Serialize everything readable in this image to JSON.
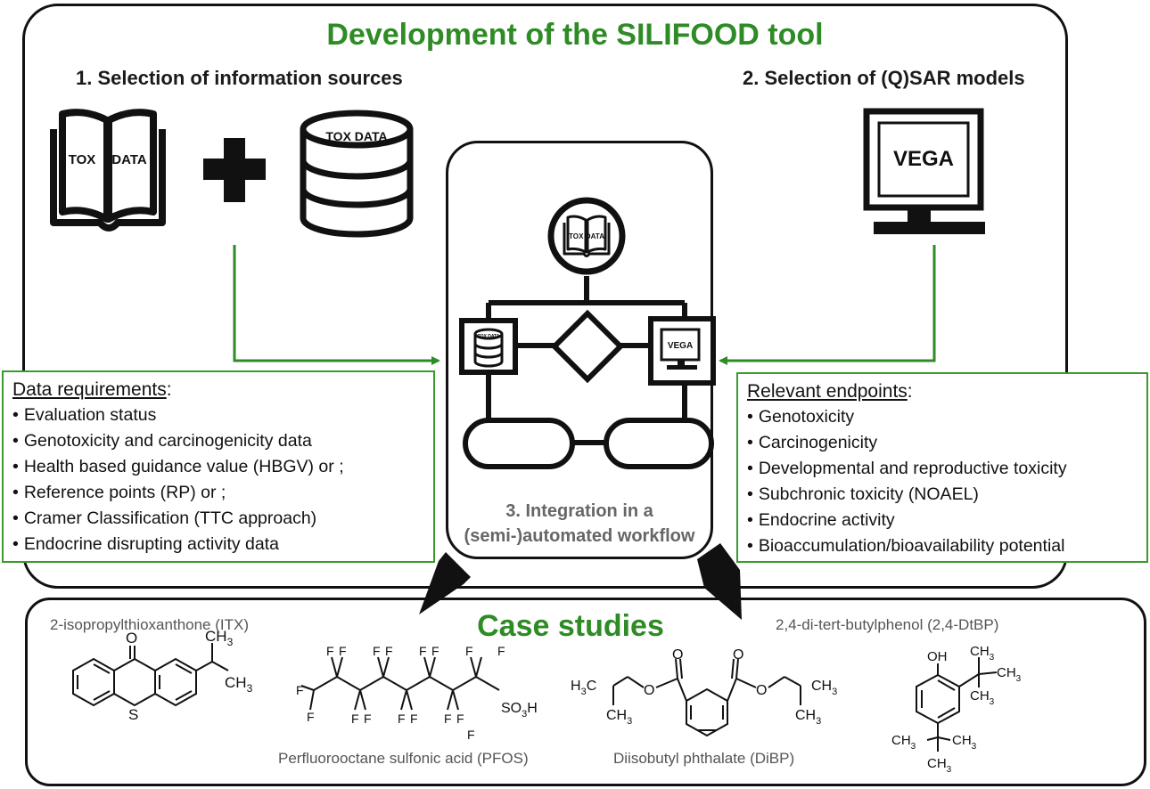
{
  "main_title": "Development of the SILIFOOD tool",
  "section1": {
    "title": "1. Selection of information sources",
    "book_label_left": "TOX",
    "book_label_right": "DATA",
    "db_label": "TOX DATA"
  },
  "section2": {
    "title": "2. Selection of (Q)SAR models",
    "monitor_label": "VEGA"
  },
  "section3": {
    "line1": "3. Integration in a",
    "line2": "(semi-)automated workflow",
    "book_label": "TOX DATA",
    "db_label": "TOX DATA",
    "monitor_label": "VEGA"
  },
  "data_requirements": {
    "header": "Data requirements",
    "header_suffix": ":",
    "items": [
      "Evaluation status",
      "Genotoxicity and carcinogenicity data",
      "Health based guidance value (HBGV) or ;",
      "Reference points (RP) or ;",
      "Cramer Classification (TTC approach)",
      "Endocrine disrupting activity data"
    ]
  },
  "relevant_endpoints": {
    "header": "Relevant endpoints",
    "header_suffix": ":",
    "items": [
      "Genotoxicity",
      "Carcinogenicity",
      "Developmental and reproductive toxicity",
      "Subchronic toxicity (NOAEL)",
      "Endocrine activity",
      "Bioaccumulation/bioavailability potential"
    ]
  },
  "case_studies": {
    "title": "Case studies",
    "itx": "2-isopropylthioxanthone (ITX)",
    "pfos": "Perfluorooctane sulfonic acid (PFOS)",
    "dibp": "Diisobutyl phthalate (DiBP)",
    "dtbp": "2,4-di-tert-butylphenol (2,4-DtBP)"
  },
  "chem": {
    "O": "O",
    "S": "S",
    "F": "F",
    "OH": "OH",
    "CH": "CH",
    "sub3": "3",
    "SO": "SO",
    "H": "H",
    "H3C_H": "H",
    "H3C_C": "C"
  },
  "colors": {
    "green": "#2e8b25",
    "box_green": "#3b9a2d",
    "black": "#111111",
    "grey_text": "#555555"
  }
}
